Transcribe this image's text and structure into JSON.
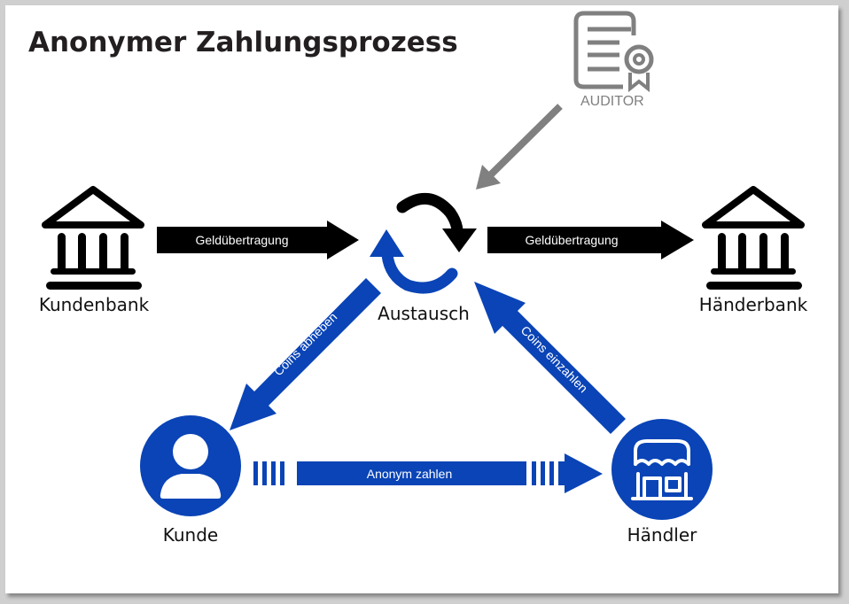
{
  "title": "Anonymer Zahlungsprozess",
  "colors": {
    "blue": "#0a44b6",
    "black": "#000000",
    "grey": "#808080",
    "title": "#231f20"
  },
  "nodes": {
    "auditor": {
      "label": "AUDITOR",
      "icon": "certificate-icon"
    },
    "kundenbank": {
      "label": "Kundenbank",
      "icon": "bank-icon"
    },
    "haenderbank": {
      "label": "Händerbank",
      "icon": "bank-icon"
    },
    "austausch": {
      "label": "Austausch",
      "icon": "exchange-cycle-icon"
    },
    "kunde": {
      "label": "Kunde",
      "icon": "user-icon"
    },
    "haendler": {
      "label": "Händler",
      "icon": "store-icon"
    }
  },
  "edges": {
    "kundenbank_to_austausch": {
      "label": "Geldübertragung"
    },
    "austausch_to_haenderbank": {
      "label": "Geldübertragung"
    },
    "austausch_to_kunde": {
      "label": "Coins abheben"
    },
    "haendler_to_austausch": {
      "label": "Coins einzahlen"
    },
    "kunde_to_haendler": {
      "label": "Anonym zahlen"
    },
    "auditor_to_austausch": {
      "label": ""
    }
  }
}
